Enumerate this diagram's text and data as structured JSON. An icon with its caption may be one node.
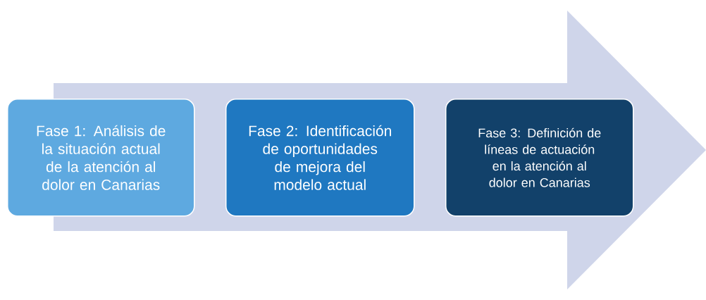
{
  "diagram": {
    "nodes": [
      {
        "text": [
          "Fase 1: Análisis de la situación actual de la atención al dolor en Canarias"
        ]
      },
      {
        "text": [
          "Fase 2: Identificación de oportunidades de mejora del modelo actual"
        ]
      },
      {
        "text": [
          "Fase 3: Definición de líneas de actuación en la atención al dolor en Canarias"
        ]
      }
    ]
  }
}
